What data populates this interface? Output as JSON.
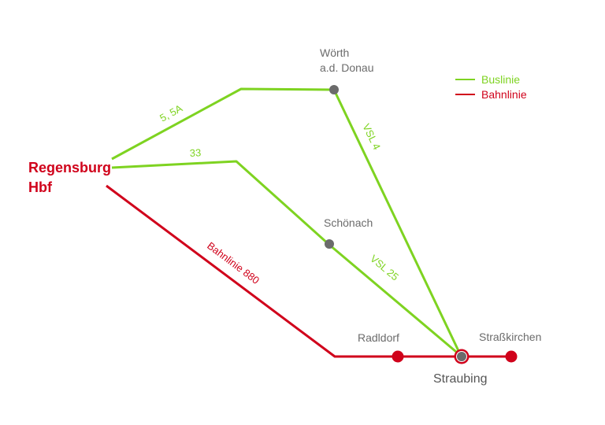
{
  "colors": {
    "bus": "#7ed321",
    "rail": "#d0021b",
    "stop_gray": "#6b6b6b",
    "text_gray": "#6b6b6b"
  },
  "legend": {
    "bus_label": "Buslinie",
    "rail_label": "Bahnlinie"
  },
  "stations": {
    "regensburg_line1": "Regensburg",
    "regensburg_line2": "Hbf",
    "woerth_line1": "Wörth",
    "woerth_line2": "a.d. Donau",
    "schoenach": "Schönach",
    "radldorf": "Radldorf",
    "strasskirchen": "Straßkirchen",
    "straubing": "Straubing"
  },
  "routes": {
    "bus_5_5a": "5, 5A",
    "bus_33": "33",
    "vsl_4": "VSL 4",
    "vsl_25": "VSL 25",
    "rail_880": "Bahnlinie 880"
  },
  "icons": {
    "stop_marker": "circle-icon",
    "hub_marker": "ring-icon"
  }
}
